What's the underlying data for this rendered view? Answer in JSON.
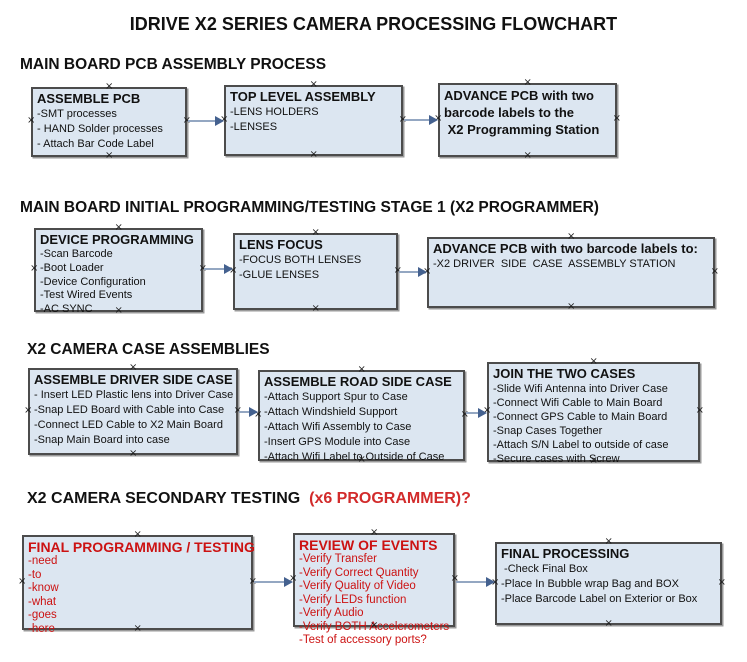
{
  "title": "IDRIVE X2  SERIES CAMERA PROCESSING FLOWCHART",
  "glyphs": {
    "anchor": "×"
  },
  "colors": {
    "box_fill": "#dce6f1",
    "box_border": "#4c4c4c",
    "arrow_line": "#94a7c2",
    "arrow_head": "#44618f",
    "accent_red": "#d22b2b",
    "text": "#111111"
  },
  "sections": [
    {
      "heading": "MAIN BOARD PCB ASSEMBLY PROCESS",
      "boxes": [
        {
          "title": "ASSEMBLE PCB",
          "items": [
            "-SMT processes",
            "- HAND Solder processes",
            "- Attach Bar Code Label"
          ]
        },
        {
          "title": "TOP LEVEL ASSEMBLY",
          "items": [
            "-LENS HOLDERS",
            "-LENSES"
          ]
        },
        {
          "title": "",
          "items": [
            "ADVANCE PCB with two",
            "barcode labels to the",
            " X2 Programming Station"
          ]
        }
      ]
    },
    {
      "heading": "MAIN BOARD INITIAL PROGRAMMING/TESTING STAGE 1 (X2 PROGRAMMER)",
      "boxes": [
        {
          "title": "DEVICE PROGRAMMING",
          "items": [
            "-Scan Barcode",
            "-Boot Loader",
            "-Device Configuration",
            "-Test Wired Events",
            "-AC SYNC"
          ]
        },
        {
          "title": "LENS FOCUS",
          "items": [
            "-FOCUS BOTH LENSES",
            "-GLUE LENSES"
          ]
        },
        {
          "title": "ADVANCE PCB with two barcode labels to:",
          "items": [
            "-X2 DRIVER  SIDE  CASE  ASSEMBLY STATION"
          ]
        }
      ]
    },
    {
      "heading": "X2 CAMERA CASE ASSEMBLIES",
      "boxes": [
        {
          "title": "ASSEMBLE DRIVER SIDE CASE",
          "items": [
            "- Insert LED Plastic lens into Driver Case",
            "-Snap LED Board with Cable into Case",
            "-Connect LED Cable to X2 Main Board",
            "-Snap Main Board into case"
          ]
        },
        {
          "title": "ASSEMBLE ROAD SIDE CASE",
          "items": [
            "-Attach Support Spur to Case",
            "-Attach Windshield Support",
            "-Attach Wifi Assembly to Case",
            "-Insert GPS Module into Case",
            "-Attach Wifi Label to Outside of Case"
          ]
        },
        {
          "title": "JOIN THE TWO CASES",
          "items": [
            "-Slide Wifi Antenna into Driver Case",
            "-Connect Wifi Cable to Main Board",
            "-Connect GPS Cable to Main Board",
            "-Snap Cases Together",
            "-Attach S/N Label to outside of case",
            "-Secure cases with Screw"
          ]
        }
      ]
    },
    {
      "heading": "X2 CAMERA SECONDARY TESTING  ",
      "heading_red": "(x6 PROGRAMMER)?",
      "boxes": [
        {
          "title": "FINAL PROGRAMMING / TESTING",
          "items": [
            "-need",
            "-to",
            "-know",
            "-what",
            "-goes",
            "-here"
          ]
        },
        {
          "title": "REVIEW OF EVENTS",
          "items": [
            "-Verify Transfer",
            "-Verify Correct Quantity",
            "-Verify Quality of Video",
            "-Verify LEDs function",
            "-Verify Audio",
            "-Verify BOTH Accelerometers",
            "-Test of accessory ports?"
          ]
        },
        {
          "title": "FINAL PROCESSING",
          "items": [
            " -Check Final Box",
            "-Place In Bubble wrap Bag and BOX",
            "-Place Barcode Label on Exterior or Box"
          ]
        }
      ]
    }
  ]
}
